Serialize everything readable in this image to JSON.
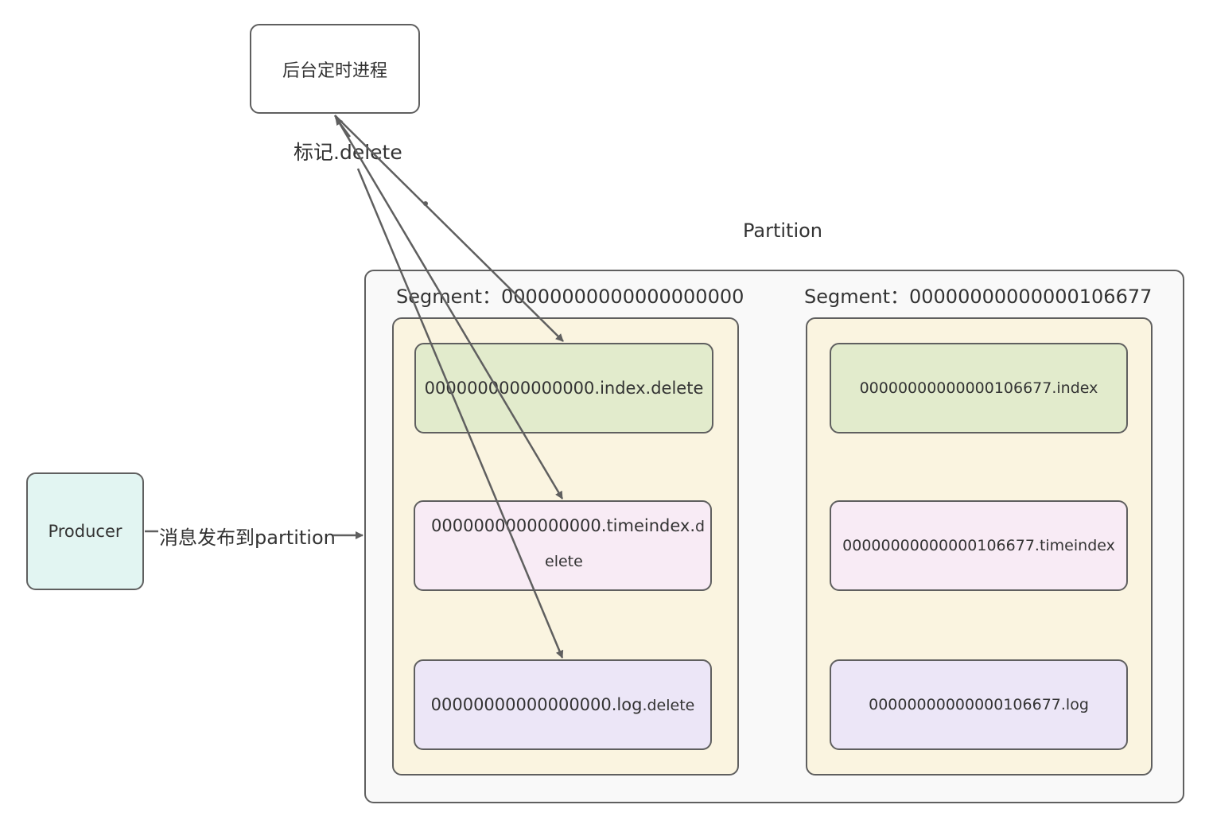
{
  "background_process": {
    "label": "后台定时进程"
  },
  "mark_label": "标记.delete",
  "partition": {
    "title": "Partition",
    "segments": [
      {
        "header": "Segment：00000000000000000000",
        "files": [
          {
            "main": "0000000000000000.index.delete"
          },
          {
            "main": "0000000000000000.timeindex.",
            "tail": "d",
            "wrap": "elete"
          },
          {
            "main": "00000000000000000.log",
            "suffix": ".delete"
          }
        ]
      },
      {
        "header": "Segment：00000000000000106677",
        "files": [
          {
            "main": "00000000000000106677.index"
          },
          {
            "main": "00000000000000106677.timeindex"
          },
          {
            "main": "00000000000000106677.log"
          }
        ]
      }
    ]
  },
  "producer": {
    "label": "Producer"
  },
  "publish_label": "消息发布到partition",
  "colors": {
    "stroke": "#5f5f5f",
    "producer_fill": "#e2f5f2",
    "partition_fill": "#f9f9f9",
    "segment_fill": "#faf4e0",
    "index_fill": "#e2ebcc",
    "timeindex_fill": "#f8ebf5",
    "log_fill": "#ece6f7"
  }
}
